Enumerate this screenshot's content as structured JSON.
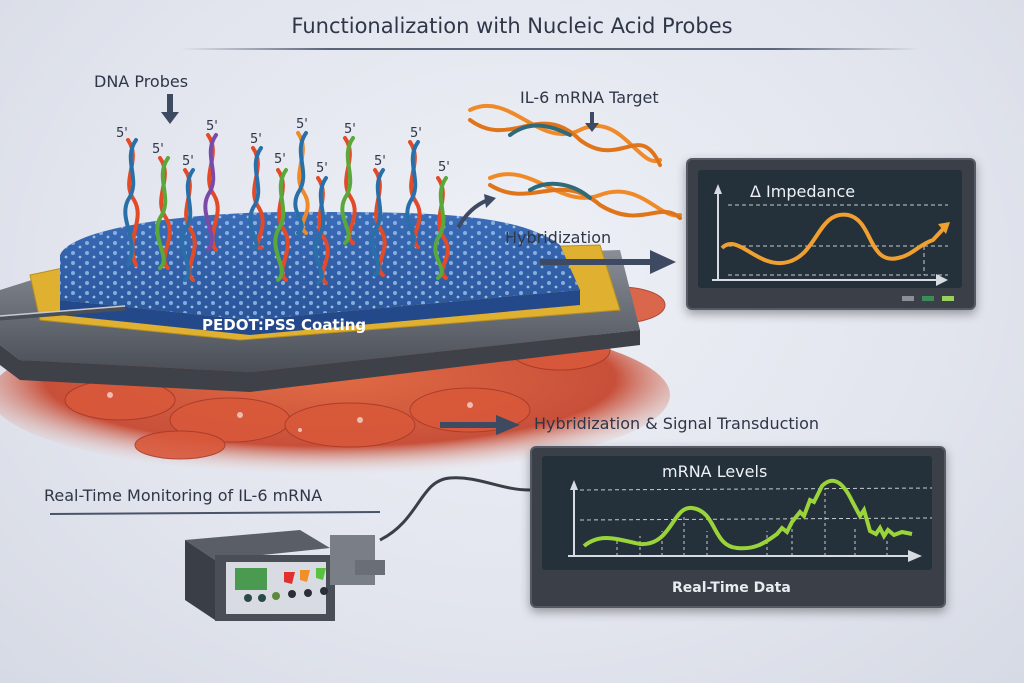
{
  "title": "Functionalization with Nucleic Acid Probes",
  "labels": {
    "dna_probes": "DNA Probes",
    "target": "IL-6 mRNA Target",
    "hybridization": "Hybridization",
    "pedot": "PEDOT:PSS Coating",
    "transduction": "Hybridization & Signal Transduction",
    "monitoring": "Real-Time Monitoring of IL-6 mRNA",
    "five_prime": "5'"
  },
  "impedance_monitor": {
    "title": "Δ Impedance",
    "line_color": "#f0a030",
    "indicators": [
      "#8a8f98",
      "#3d8a5a",
      "#9ad060"
    ]
  },
  "mrna_monitor": {
    "title": "mRNA Levels",
    "caption": "Real-Time Data",
    "line_color": "#9ad43a"
  },
  "device": {
    "leds": [
      "#e03030",
      "#f0902a",
      "#5ac040"
    ],
    "display_color": "#4a9a50"
  },
  "colors": {
    "pedot": "#2e5fa8",
    "gold": "#e0b030",
    "substrate": "#6a6e76",
    "tissue": "#d0563a",
    "arrow": "#3d4a62"
  },
  "chart_data": [
    {
      "type": "line",
      "title": "Δ Impedance",
      "xlabel": "",
      "ylabel": "",
      "x": [
        0,
        1,
        2,
        3,
        4,
        5,
        6,
        7,
        8,
        9,
        10
      ],
      "values": [
        0.45,
        0.42,
        0.25,
        0.35,
        0.72,
        0.55,
        0.28,
        0.42,
        0.52,
        0.75,
        0.9
      ],
      "grid": "dashed horizontal"
    },
    {
      "type": "line",
      "title": "mRNA Levels",
      "xlabel": "Real-Time Data",
      "ylabel": "",
      "x": [
        0,
        1,
        2,
        3,
        4,
        5,
        6,
        7,
        8,
        9,
        10,
        11,
        12
      ],
      "values": [
        0.2,
        0.3,
        0.2,
        0.4,
        0.6,
        0.35,
        0.2,
        0.3,
        0.55,
        0.9,
        0.5,
        0.3,
        0.3
      ],
      "grid": "dashed horizontal and vertical"
    }
  ]
}
